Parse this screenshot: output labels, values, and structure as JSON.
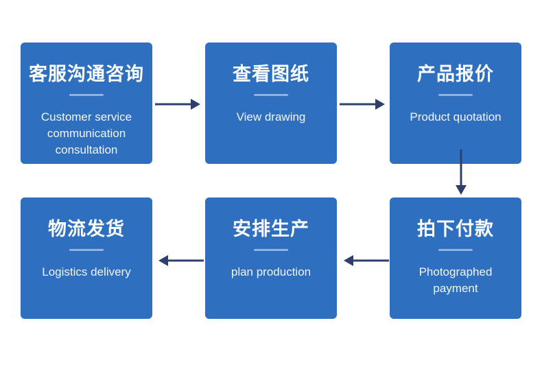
{
  "steps": [
    {
      "title": "客服沟通咨询",
      "desc": "Customer service\ncommunication\nconsultation"
    },
    {
      "title": "查看图纸",
      "desc": "View drawing"
    },
    {
      "title": "产品报价",
      "desc": "Product quotation"
    },
    {
      "title": "拍下付款",
      "desc": "Photographed\npayment"
    },
    {
      "title": "安排生产",
      "desc": "plan production"
    },
    {
      "title": "物流发货",
      "desc": "Logistics delivery"
    }
  ],
  "colors": {
    "box": "#2f6fc0",
    "arrow": "#2e3f6e",
    "divider": "#8fb3e3"
  }
}
